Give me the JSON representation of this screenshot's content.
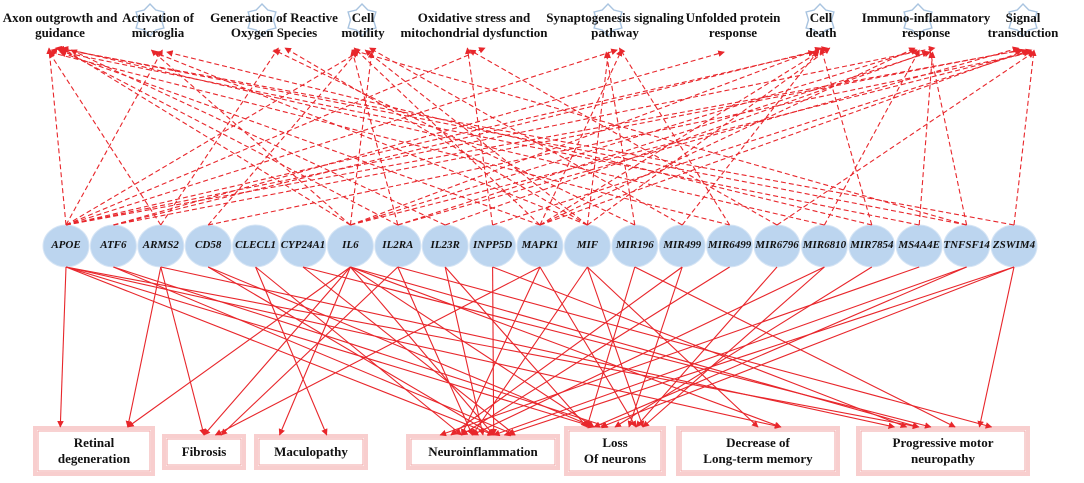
{
  "processes": [
    {
      "id": "p1",
      "label": "Axon outgrowth and\nguidance"
    },
    {
      "id": "p2",
      "label": "Activation of\nmicroglia"
    },
    {
      "id": "p3",
      "label": "Generation of Reactive\nOxygen Species"
    },
    {
      "id": "p4",
      "label": "Cell\nmotility"
    },
    {
      "id": "p5",
      "label": "Oxidative stress and\nmitochondrial dysfunction"
    },
    {
      "id": "p6",
      "label": "Synaptogenesis signaling\npathway"
    },
    {
      "id": "p7",
      "label": "Unfolded protein\nresponse"
    },
    {
      "id": "p8",
      "label": "Cell\ndeath"
    },
    {
      "id": "p9",
      "label": "Immuno-inflammatory\nresponse"
    },
    {
      "id": "p10",
      "label": "Signal\ntransduction"
    }
  ],
  "genes": [
    "APOE",
    "ATF6",
    "ARMS2",
    "CD58",
    "CLECL1",
    "CYP24A1",
    "IL6",
    "IL2RA",
    "IL23R",
    "INPP5D",
    "MAPK1",
    "MIF",
    "MIR196",
    "MIR499",
    "MIR6499",
    "MIR6796",
    "MIR6810",
    "MIR7854",
    "MS4A4E",
    "TNFSF14",
    "ZSWIM4"
  ],
  "outcomes": [
    {
      "id": "o1",
      "label": "Retinal\ndegeneration"
    },
    {
      "id": "o2",
      "label": "Fibrosis"
    },
    {
      "id": "o3",
      "label": "Maculopathy"
    },
    {
      "id": "o4",
      "label": "Neuroinflammation"
    },
    {
      "id": "o5",
      "label": "Loss\nOf neurons"
    },
    {
      "id": "o6",
      "label": "Decrease of\nLong-term memory"
    },
    {
      "id": "o7",
      "label": "Progressive motor\nneuropathy"
    }
  ],
  "colors": {
    "edge": "#e8262b",
    "gene_fill": "#bcd5ef",
    "process_outline": "#a9c4e0",
    "outcome_border": "#f2a5a5"
  },
  "gene_process_links": [
    [
      "APOE",
      "p1"
    ],
    [
      "APOE",
      "p2"
    ],
    [
      "APOE",
      "p4"
    ],
    [
      "APOE",
      "p5"
    ],
    [
      "APOE",
      "p6"
    ],
    [
      "APOE",
      "p8"
    ],
    [
      "APOE",
      "p9"
    ],
    [
      "APOE",
      "p10"
    ],
    [
      "ATF6",
      "p7"
    ],
    [
      "ATF6",
      "p8"
    ],
    [
      "ATF6",
      "p10"
    ],
    [
      "ARMS2",
      "p1"
    ],
    [
      "ARMS2",
      "p3"
    ],
    [
      "CD58",
      "p4"
    ],
    [
      "CD58",
      "p10"
    ],
    [
      "IL6",
      "p1"
    ],
    [
      "IL6",
      "p2"
    ],
    [
      "IL6",
      "p4"
    ],
    [
      "IL6",
      "p8"
    ],
    [
      "IL6",
      "p9"
    ],
    [
      "IL6",
      "p10"
    ],
    [
      "IL2RA",
      "p1"
    ],
    [
      "IL2RA",
      "p4"
    ],
    [
      "IL2RA",
      "p9"
    ],
    [
      "IL2RA",
      "p10"
    ],
    [
      "IL23R",
      "p1"
    ],
    [
      "IL23R",
      "p9"
    ],
    [
      "INPP5D",
      "p5"
    ],
    [
      "INPP5D",
      "p10"
    ],
    [
      "MAPK1",
      "p1"
    ],
    [
      "MAPK1",
      "p4"
    ],
    [
      "MAPK1",
      "p6"
    ],
    [
      "MAPK1",
      "p8"
    ],
    [
      "MAPK1",
      "p9"
    ],
    [
      "MAPK1",
      "p10"
    ],
    [
      "MIF",
      "p2"
    ],
    [
      "MIF",
      "p3"
    ],
    [
      "MIF",
      "p4"
    ],
    [
      "MIF",
      "p6"
    ],
    [
      "MIF",
      "p8"
    ],
    [
      "MIR196",
      "p3"
    ],
    [
      "MIR196",
      "p6"
    ],
    [
      "MIR499",
      "p4"
    ],
    [
      "MIR499",
      "p8"
    ],
    [
      "MIR6499",
      "p1"
    ],
    [
      "MIR6499",
      "p6"
    ],
    [
      "MIR6796",
      "p5"
    ],
    [
      "MIR6796",
      "p10"
    ],
    [
      "MIR6810",
      "p1"
    ],
    [
      "MIR6810",
      "p9"
    ],
    [
      "MIR7854",
      "p2"
    ],
    [
      "MIR7854",
      "p8"
    ],
    [
      "MS4A4E",
      "p1"
    ],
    [
      "MS4A4E",
      "p9"
    ],
    [
      "TNFSF14",
      "p1"
    ],
    [
      "TNFSF14",
      "p4"
    ],
    [
      "TNFSF14",
      "p9"
    ],
    [
      "ZSWIM4",
      "p1"
    ],
    [
      "ZSWIM4",
      "p10"
    ]
  ],
  "gene_outcome_links": [
    [
      "APOE",
      "o1"
    ],
    [
      "APOE",
      "o4"
    ],
    [
      "APOE",
      "o5"
    ],
    [
      "APOE",
      "o6"
    ],
    [
      "APOE",
      "o7"
    ],
    [
      "ATF6",
      "o4"
    ],
    [
      "ATF6",
      "o5"
    ],
    [
      "ARMS2",
      "o1"
    ],
    [
      "ARMS2",
      "o2"
    ],
    [
      "ARMS2",
      "o7"
    ],
    [
      "CD58",
      "o4"
    ],
    [
      "CD58",
      "o5"
    ],
    [
      "CLECL1",
      "o3"
    ],
    [
      "CLECL1",
      "o4"
    ],
    [
      "CYP24A1",
      "o4"
    ],
    [
      "CYP24A1",
      "o7"
    ],
    [
      "IL6",
      "o1"
    ],
    [
      "IL6",
      "o2"
    ],
    [
      "IL6",
      "o3"
    ],
    [
      "IL6",
      "o4"
    ],
    [
      "IL6",
      "o5"
    ],
    [
      "IL6",
      "o6"
    ],
    [
      "IL6",
      "o7"
    ],
    [
      "IL2RA",
      "o2"
    ],
    [
      "IL2RA",
      "o4"
    ],
    [
      "IL2RA",
      "o7"
    ],
    [
      "IL23R",
      "o4"
    ],
    [
      "IL23R",
      "o5"
    ],
    [
      "INPP5D",
      "o4"
    ],
    [
      "INPP5D",
      "o7"
    ],
    [
      "MAPK1",
      "o2"
    ],
    [
      "MAPK1",
      "o4"
    ],
    [
      "MAPK1",
      "o5"
    ],
    [
      "MIF",
      "o4"
    ],
    [
      "MIF",
      "o5"
    ],
    [
      "MIF",
      "o6"
    ],
    [
      "MIR196",
      "o5"
    ],
    [
      "MIR196",
      "o7"
    ],
    [
      "MIR499",
      "o4"
    ],
    [
      "MIR499",
      "o5"
    ],
    [
      "MIR6499",
      "o4"
    ],
    [
      "MIR6796",
      "o5"
    ],
    [
      "MIR6810",
      "o4"
    ],
    [
      "MIR6810",
      "o5"
    ],
    [
      "MIR7854",
      "o5"
    ],
    [
      "MS4A4E",
      "o4"
    ],
    [
      "TNFSF14",
      "o4"
    ],
    [
      "TNFSF14",
      "o5"
    ],
    [
      "ZSWIM4",
      "o4"
    ],
    [
      "ZSWIM4",
      "o5"
    ],
    [
      "ZSWIM4",
      "o7"
    ]
  ]
}
